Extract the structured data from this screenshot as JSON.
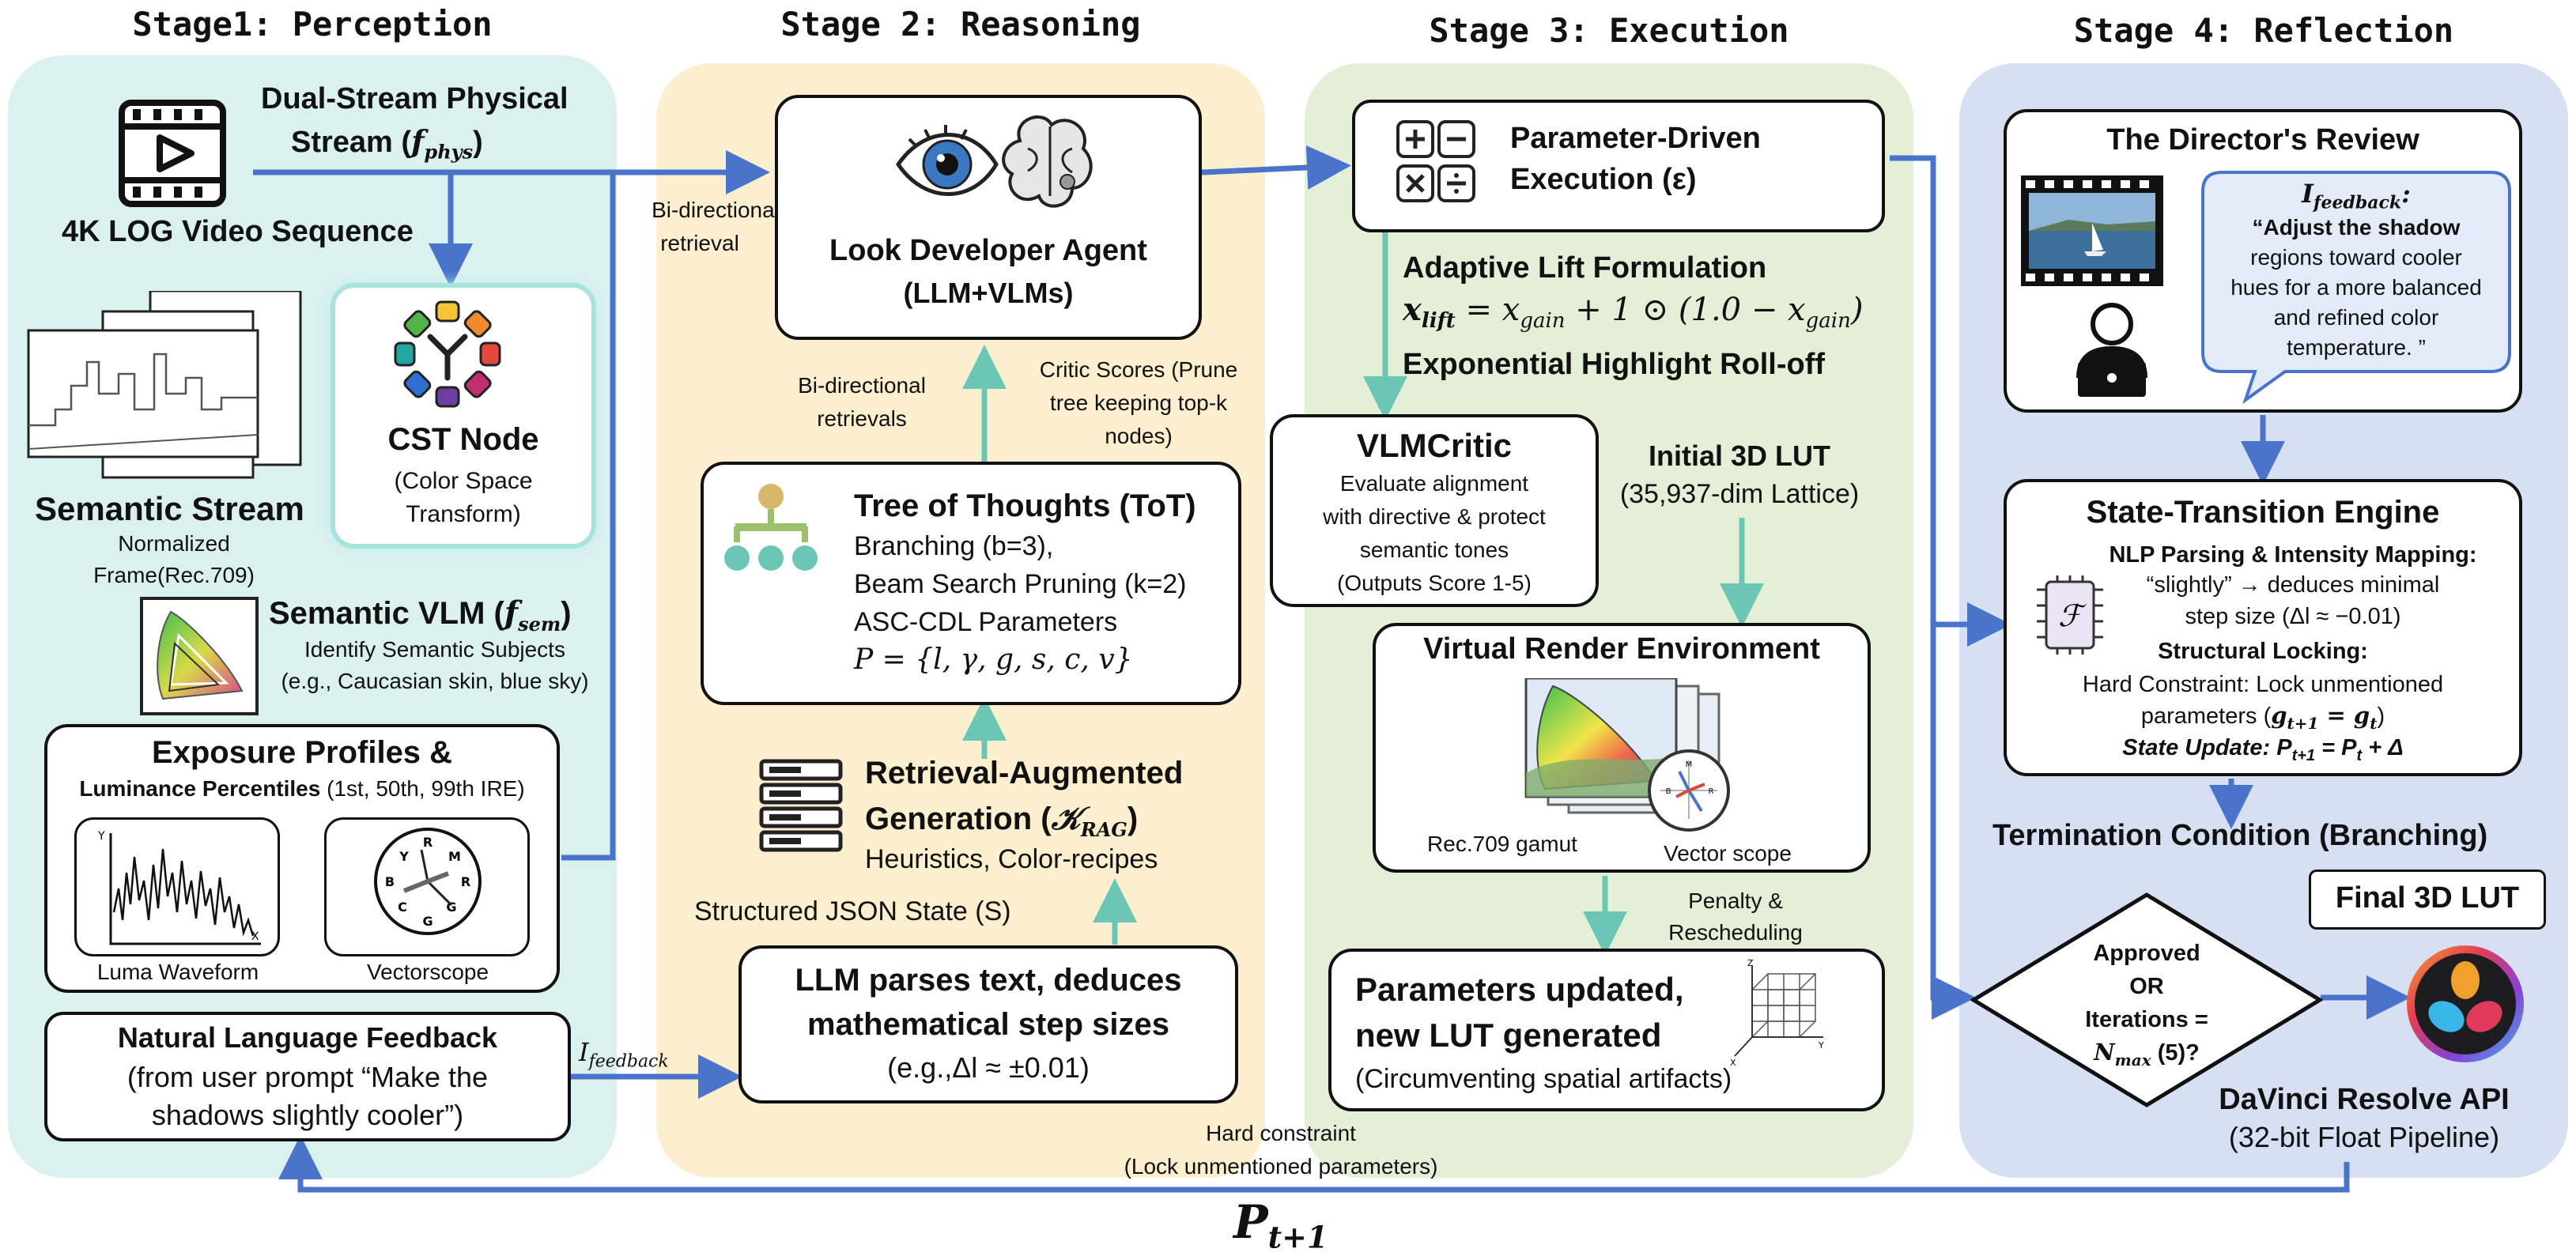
{
  "stages": {
    "s1": "Stage1: Perception",
    "s2": "Stage 2: Reasoning",
    "s3": "Stage 3: Execution",
    "s4": "Stage 4: Reflection"
  },
  "perception": {
    "dual_stream_l1": "Dual-Stream Physical",
    "dual_stream_l2": "Stream (",
    "dual_stream_math": "f",
    "dual_stream_sub": "phys",
    "video_label": "4K LOG Video Sequence",
    "cst_title": "CST Node",
    "cst_sub1": "(Color Space",
    "cst_sub2": "Transform)",
    "semantic_stream": "Semantic Stream",
    "normalized1": "Normalized",
    "normalized2": "Frame(Rec.709)",
    "vlm_title": "Semantic VLM (",
    "vlm_math": "f",
    "vlm_sub": "sem",
    "vlm_desc1": "Identify Semantic Subjects",
    "vlm_desc2": "(e.g., Caucasian skin, blue sky)",
    "exposure_title": "Exposure Profiles &",
    "exposure_sub_b": "Luminance Percentiles",
    "exposure_sub_n": "(1st, 50th, 99th IRE)",
    "luma_label": "Luma Waveform",
    "vector_label": "Vectorscope",
    "nlf_title": "Natural Language Feedback",
    "nlf_desc1": "(from user prompt “Make the",
    "nlf_desc2": "shadows slightly cooler”)",
    "ifeedback": "I",
    "ifeedback_sub": "feedback"
  },
  "reasoning": {
    "bidir_top1": "Bi-directional",
    "bidir_top2": "retrieval",
    "agent_title": "Look Developer Agent",
    "agent_sub": "(LLM+VLMs)",
    "bidir_mid1": "Bi-directional",
    "bidir_mid2": "retrievals",
    "critic1": "Critic Scores (Prune",
    "critic2": "tree keeping top-k",
    "critic3": "nodes)",
    "tot_title": "Tree of Thoughts (ToT)",
    "tot_l1": "Branching (b=3),",
    "tot_l2": "Beam Search Pruning (k=2)",
    "tot_l3": "ASC-CDL Parameters",
    "tot_math": "P = {l, γ, g, s, c, v}",
    "rag_title1": "Retrieval-Augmented",
    "rag_title2": "Generation (",
    "rag_math": "𝒦",
    "rag_sub": "RAG",
    "rag_desc": "Heuristics, Color-recipes",
    "json_state": "Structured JSON State (S)",
    "llm_l1": "LLM parses text, deduces",
    "llm_l2": "mathematical step sizes",
    "llm_l3": "(e.g.,Δl ≈ ±0.01)"
  },
  "execution": {
    "pde_title1": "Parameter-Driven",
    "pde_title2": "Execution (ε)",
    "lift_title": "Adaptive Lift Formulation",
    "lift_formula": "x",
    "lift_sub": "lift",
    "lift_rest": " = x",
    "lift_gain": "gain",
    "lift_rest2": " + 1 ⊙ (1.0 − x",
    "lift_gain2": "gain",
    "lift_end": ")",
    "rolloff": "Exponential Highlight Roll-off",
    "critic_title": "VLMCritic",
    "critic_d1": "Evaluate alignment",
    "critic_d2": "with directive & protect",
    "critic_d3": "semantic tones",
    "critic_d4": "(Outputs Score 1-5)",
    "lut_title": "Initial 3D LUT",
    "lut_sub": "(35,937-dim Lattice)",
    "vre_title": "Virtual Render Environment",
    "gamut_label": "Rec.709 gamut",
    "scope_label": "Vector scope",
    "penalty1": "Penalty &",
    "penalty2": "Rescheduling",
    "params_l1": "Parameters updated,",
    "params_l2": "new LUT generated",
    "params_l3": "(Circumventing spatial artifacts)"
  },
  "reflection": {
    "review_title": "The Director's Review",
    "bubble_var": "I",
    "bubble_sub": "feedback",
    "bubble_colon": ":",
    "bubble1": "“Adjust the shadow",
    "bubble2": "regions toward cooler",
    "bubble3": "hues for a more balanced",
    "bubble4": "and refined color",
    "bubble5": "temperature. ”",
    "ste_title": "State-Transition Engine",
    "nlp_title": "NLP Parsing & Intensity Mapping:",
    "nlp_l1": "“slightly” → deduces minimal",
    "nlp_l2": "step size (Δl  ≈  −0.01)",
    "lock_title": "Structural Locking:",
    "lock_l1": "Hard Constraint: Lock unmentioned",
    "lock_l2": "parameters (",
    "lock_math": "g",
    "lock_sub1": "t+1",
    "lock_eq": " = g",
    "lock_sub2": "t",
    "lock_end": ")",
    "state_update": "State Update: P",
    "state_sub1": "t+1",
    "state_eq": " = P",
    "state_sub2": "t",
    "state_end": " + Δ",
    "termination": "Termination Condition (Branching)",
    "final_lut": "Final 3D LUT",
    "d_l1": "Approved",
    "d_l2": "OR",
    "d_l3": "Iterations =",
    "d_l4": "N",
    "d_sub": "max",
    "d_end": " (5)?",
    "davinci1": "DaVinci Resolve API",
    "davinci2": "(32-bit Float Pipeline)"
  },
  "bottom": {
    "hard1": "Hard constraint",
    "hard2": "(Lock unmentioned parameters)",
    "pt": "P",
    "pt_sub": "t+1"
  },
  "colors": {
    "arrow_blue": "#4a74cc",
    "arrow_teal": "#6cc6b6",
    "s1_bg": "#daf1f0",
    "s2_bg": "#fcefcf",
    "s3_bg": "#e4efd7",
    "s4_bg": "#d6e0f2"
  }
}
